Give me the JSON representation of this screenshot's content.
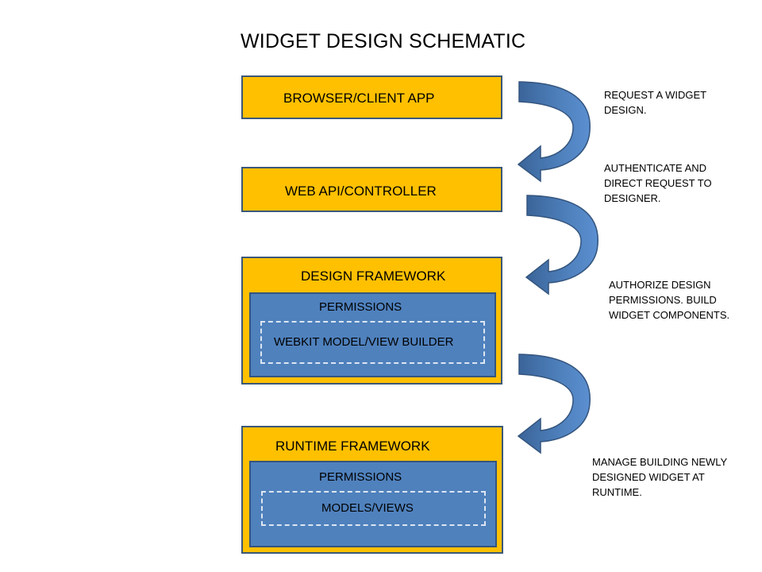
{
  "title": "WIDGET DESIGN SCHEMATIC",
  "browser_box": {
    "label": "BROWSER/CLIENT  APP"
  },
  "webapi_box": {
    "label": "WEB API/CONTROLLER"
  },
  "design_box": {
    "label": "DESIGN FRAMEWORK",
    "inner_label": "PERMISSIONS",
    "dashed_label": "WEBKIT MODEL/VIEW BUILDER"
  },
  "runtime_box": {
    "label": "RUNTIME FRAMEWORK",
    "inner_label": "PERMISSIONS",
    "dashed_label": "MODELS/VIEWS"
  },
  "notes": {
    "step1": "REQUEST A WIDGET\nDESIGN.",
    "step2": "AUTHENTICATE AND\nDIRECT REQUEST TO\nDESIGNER.",
    "step3": "AUTHORIZE DESIGN\nPERMISSIONS.  BUILD\nWIDGET COMPONENTS.",
    "step4": "MANAGE BUILDING NEWLY\nDESIGNED WIDGET AT\nRUNTIME."
  },
  "colors": {
    "box_fill": "#FFC000",
    "inner_fill": "#4F81BD",
    "arrow_fill": "#4F81BD",
    "arrow_dark": "#3A6499"
  }
}
